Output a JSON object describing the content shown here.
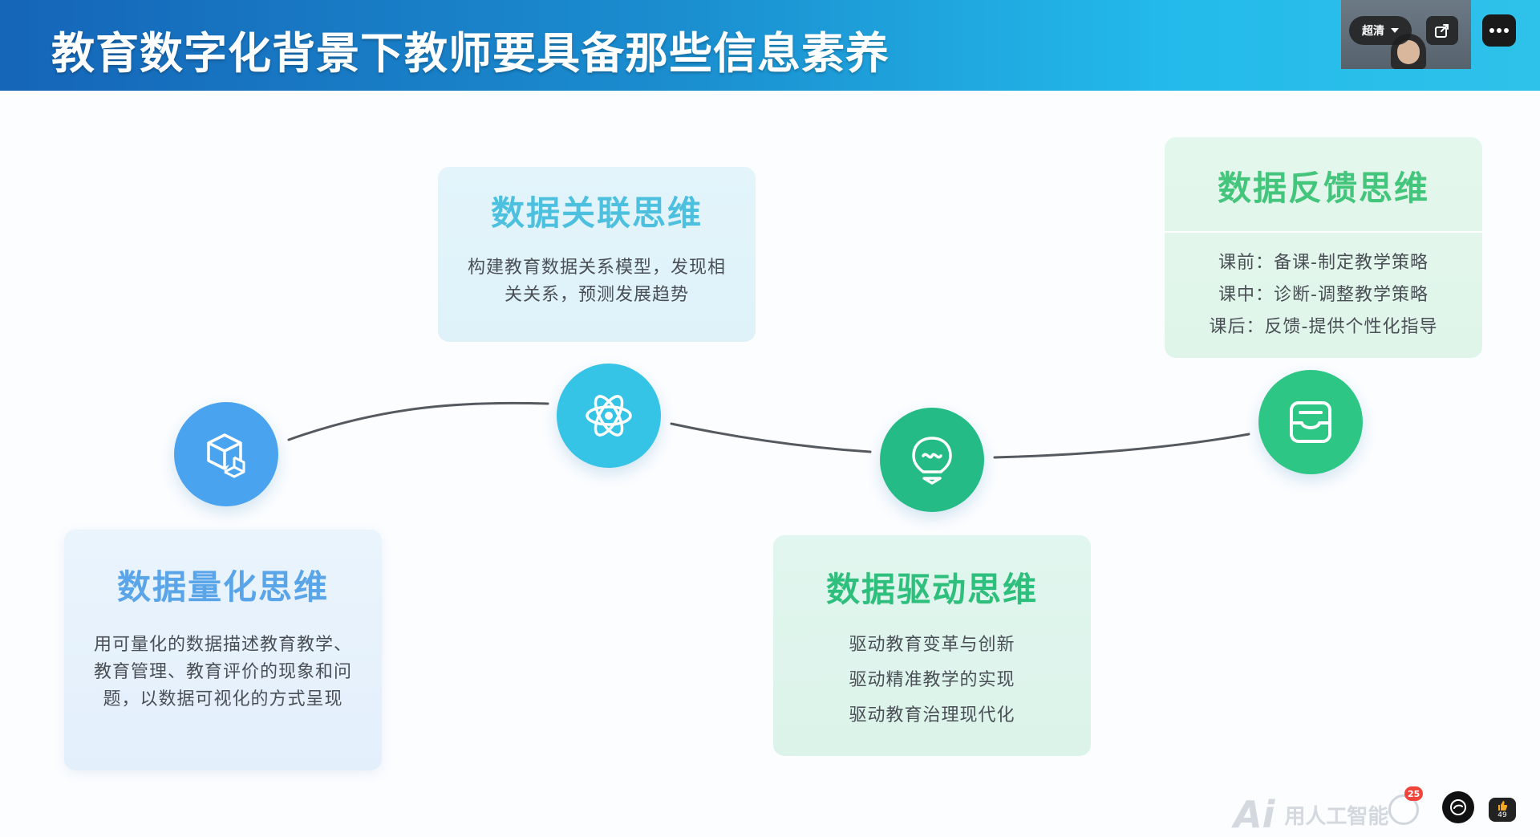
{
  "slide": {
    "title": "教育数字化背景下教师要具备那些信息素养"
  },
  "toolbar": {
    "quality_label": "超清",
    "share_icon": "share-icon",
    "more_icon": "more-dots-icon"
  },
  "cards": {
    "quant": {
      "title": "数据量化思维",
      "body": "用可量化的数据描述教育教学、教育管理、教育评价的现象和问题，以数据可视化的方式呈现",
      "icon": "cube-icon",
      "color": "#4aa3ee"
    },
    "assoc": {
      "title": "数据关联思维",
      "body": "构建教育数据关系模型，发现相关关系，预测发展趋势",
      "icon": "atom-icon",
      "color": "#35c3e6"
    },
    "drive": {
      "title": "数据驱动思维",
      "lines": [
        "驱动教育变革与创新",
        "驱动精准教学的实现",
        "驱动教育治理现代化"
      ],
      "icon": "lightbulb-icon",
      "color": "#24bb86"
    },
    "feedback": {
      "title": "数据反馈思维",
      "lines": [
        "课前：备课-制定教学策略",
        "课中：诊断-调整教学策略",
        "课后：反馈-提供个性化指导"
      ],
      "icon": "inbox-icon",
      "color": "#2dc684"
    }
  },
  "watermark": {
    "logo": "Ai",
    "text": "用人工智能"
  },
  "controls": {
    "badge_count": "25",
    "like_count": "49"
  }
}
